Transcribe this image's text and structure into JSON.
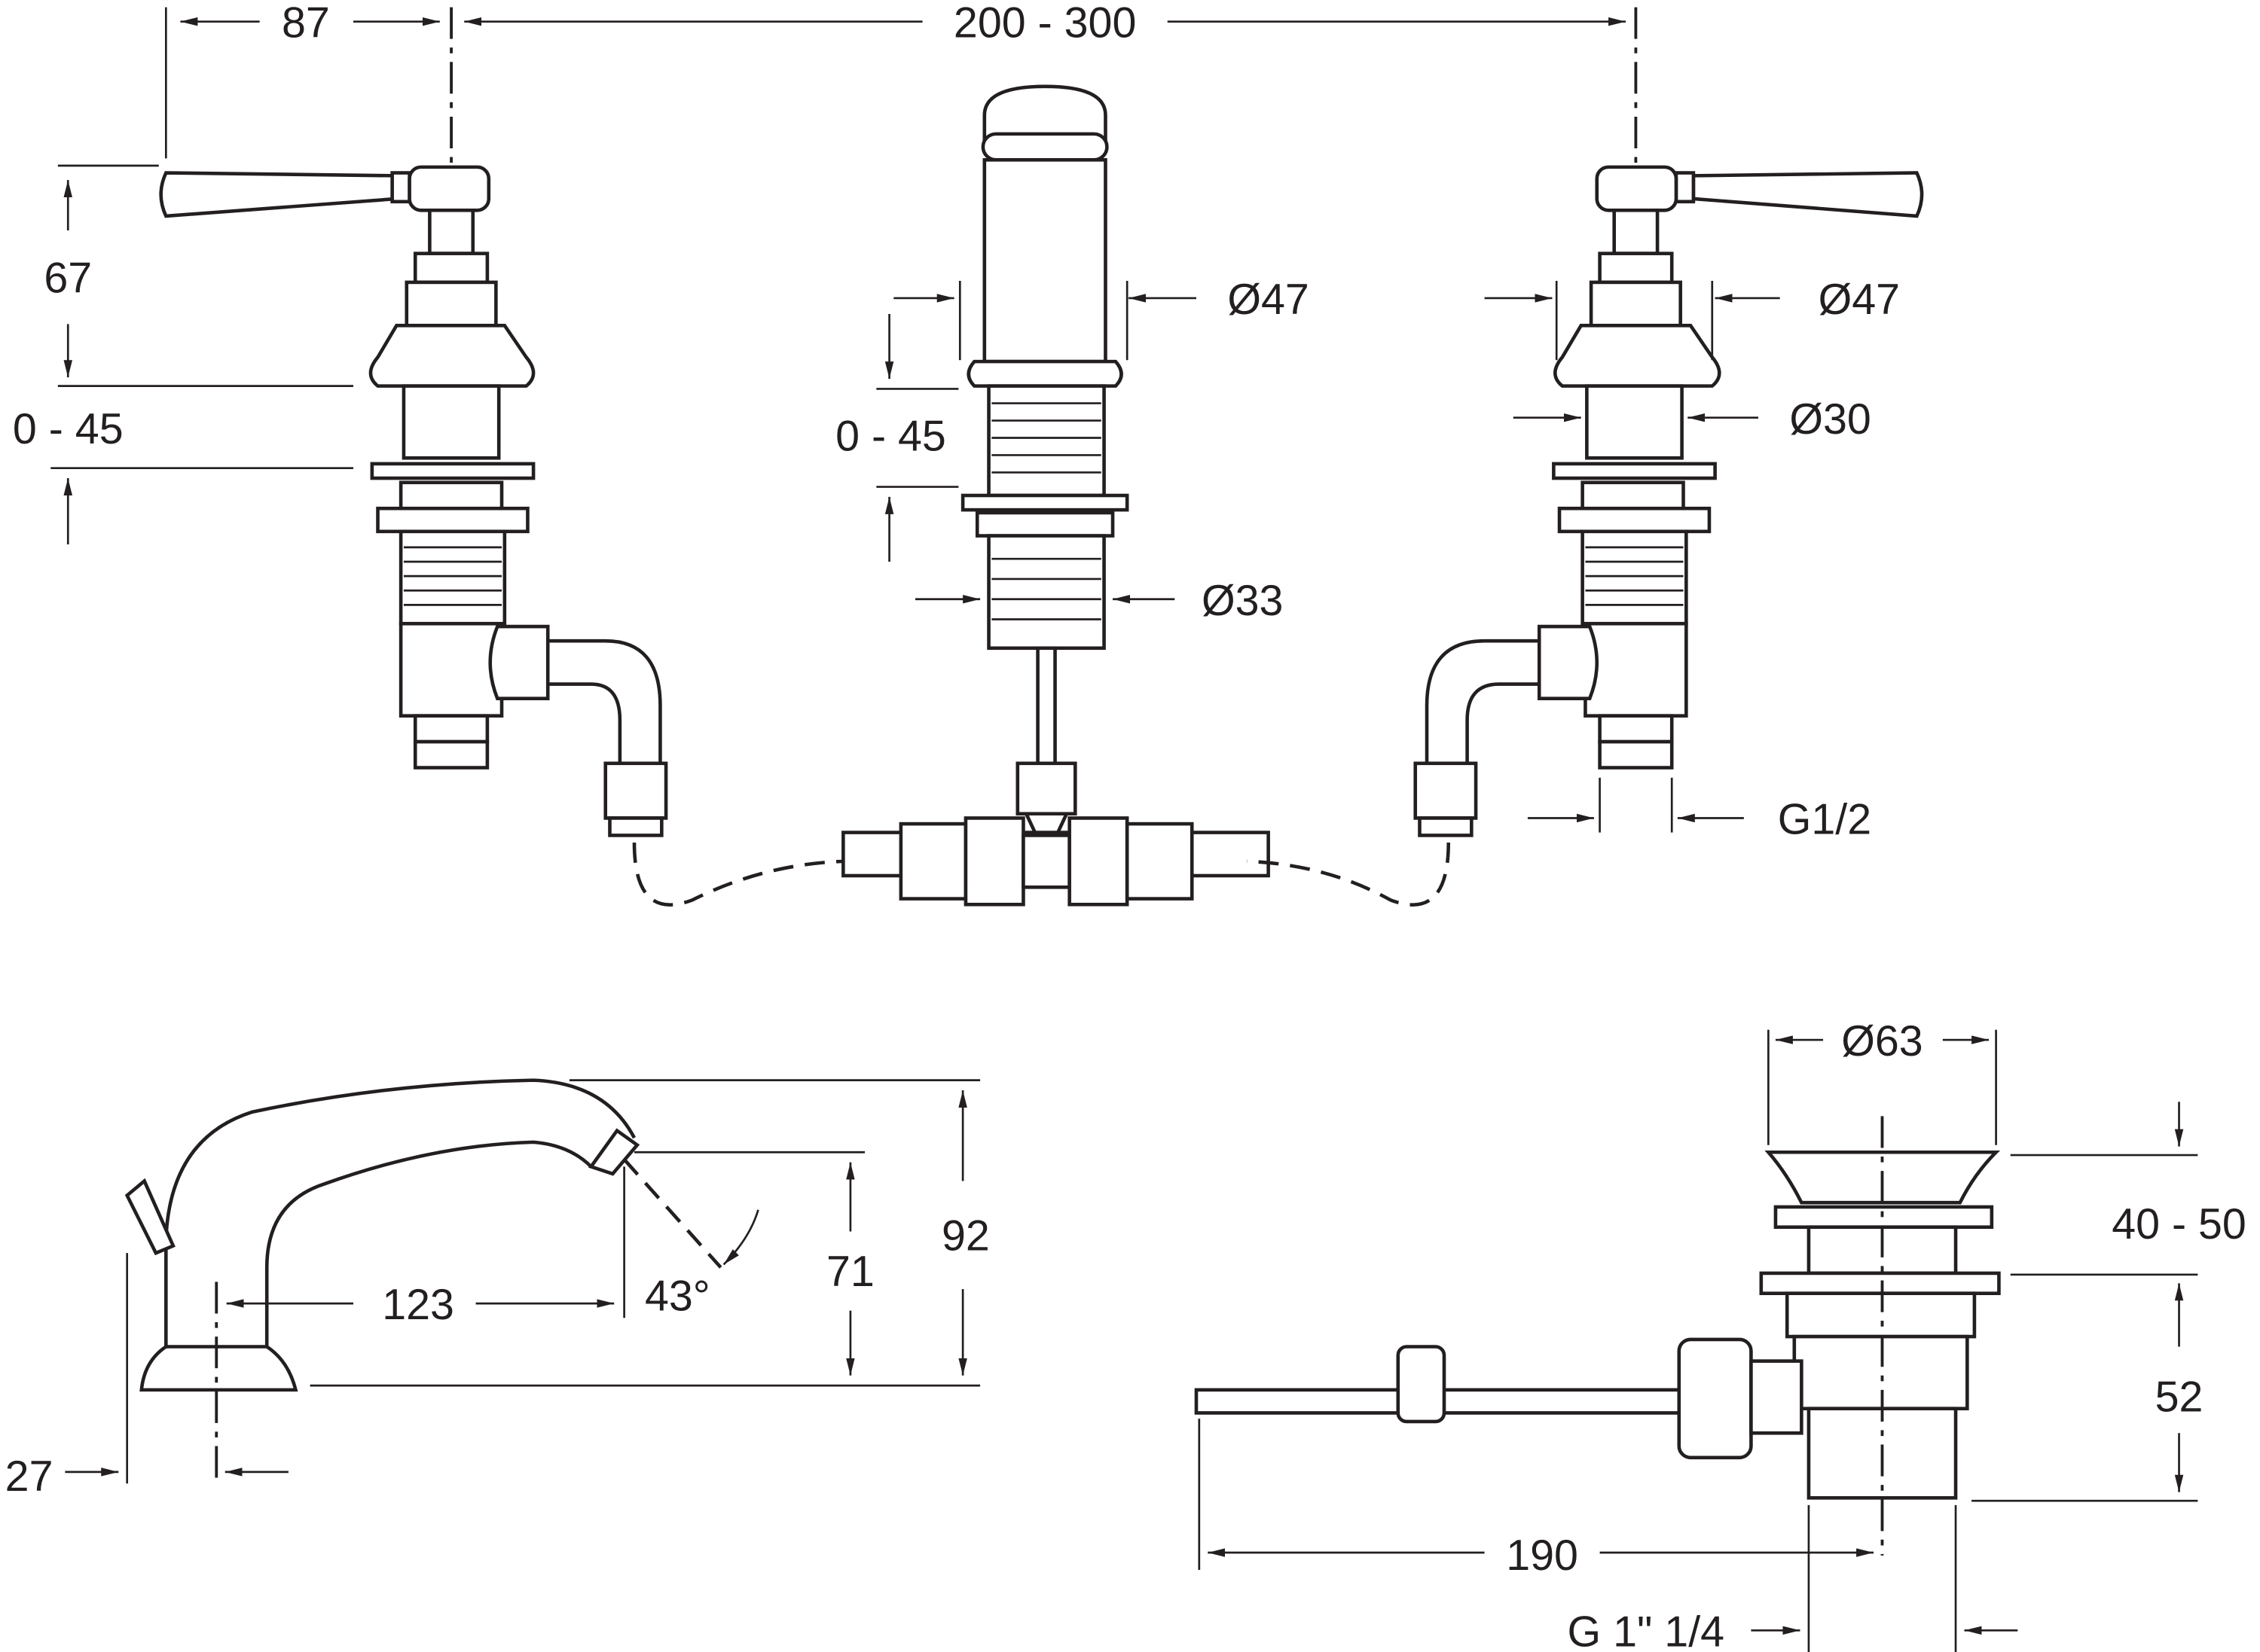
{
  "drawing": {
    "top_view": {
      "handle_offset": "87",
      "spacing": "200 - 300",
      "handle_height": "67",
      "left_adjust": "0 - 45",
      "center_adjust": "0 - 45",
      "spout_diameter": "Ø47",
      "spout_shank_diameter": "Ø33",
      "valve_diameter": "Ø47",
      "valve_stem_diameter": "Ø30",
      "connection_thread": "G1/2"
    },
    "side_view": {
      "height_total": "92",
      "height_outlet": "71",
      "reach": "123",
      "angle": "43°",
      "base_offset": "27"
    },
    "waste": {
      "plug_diameter": "Ø63",
      "adjust_range": "40 - 50",
      "body_height": "52",
      "rod_length": "190",
      "thread": "G 1\" 1/4"
    }
  }
}
